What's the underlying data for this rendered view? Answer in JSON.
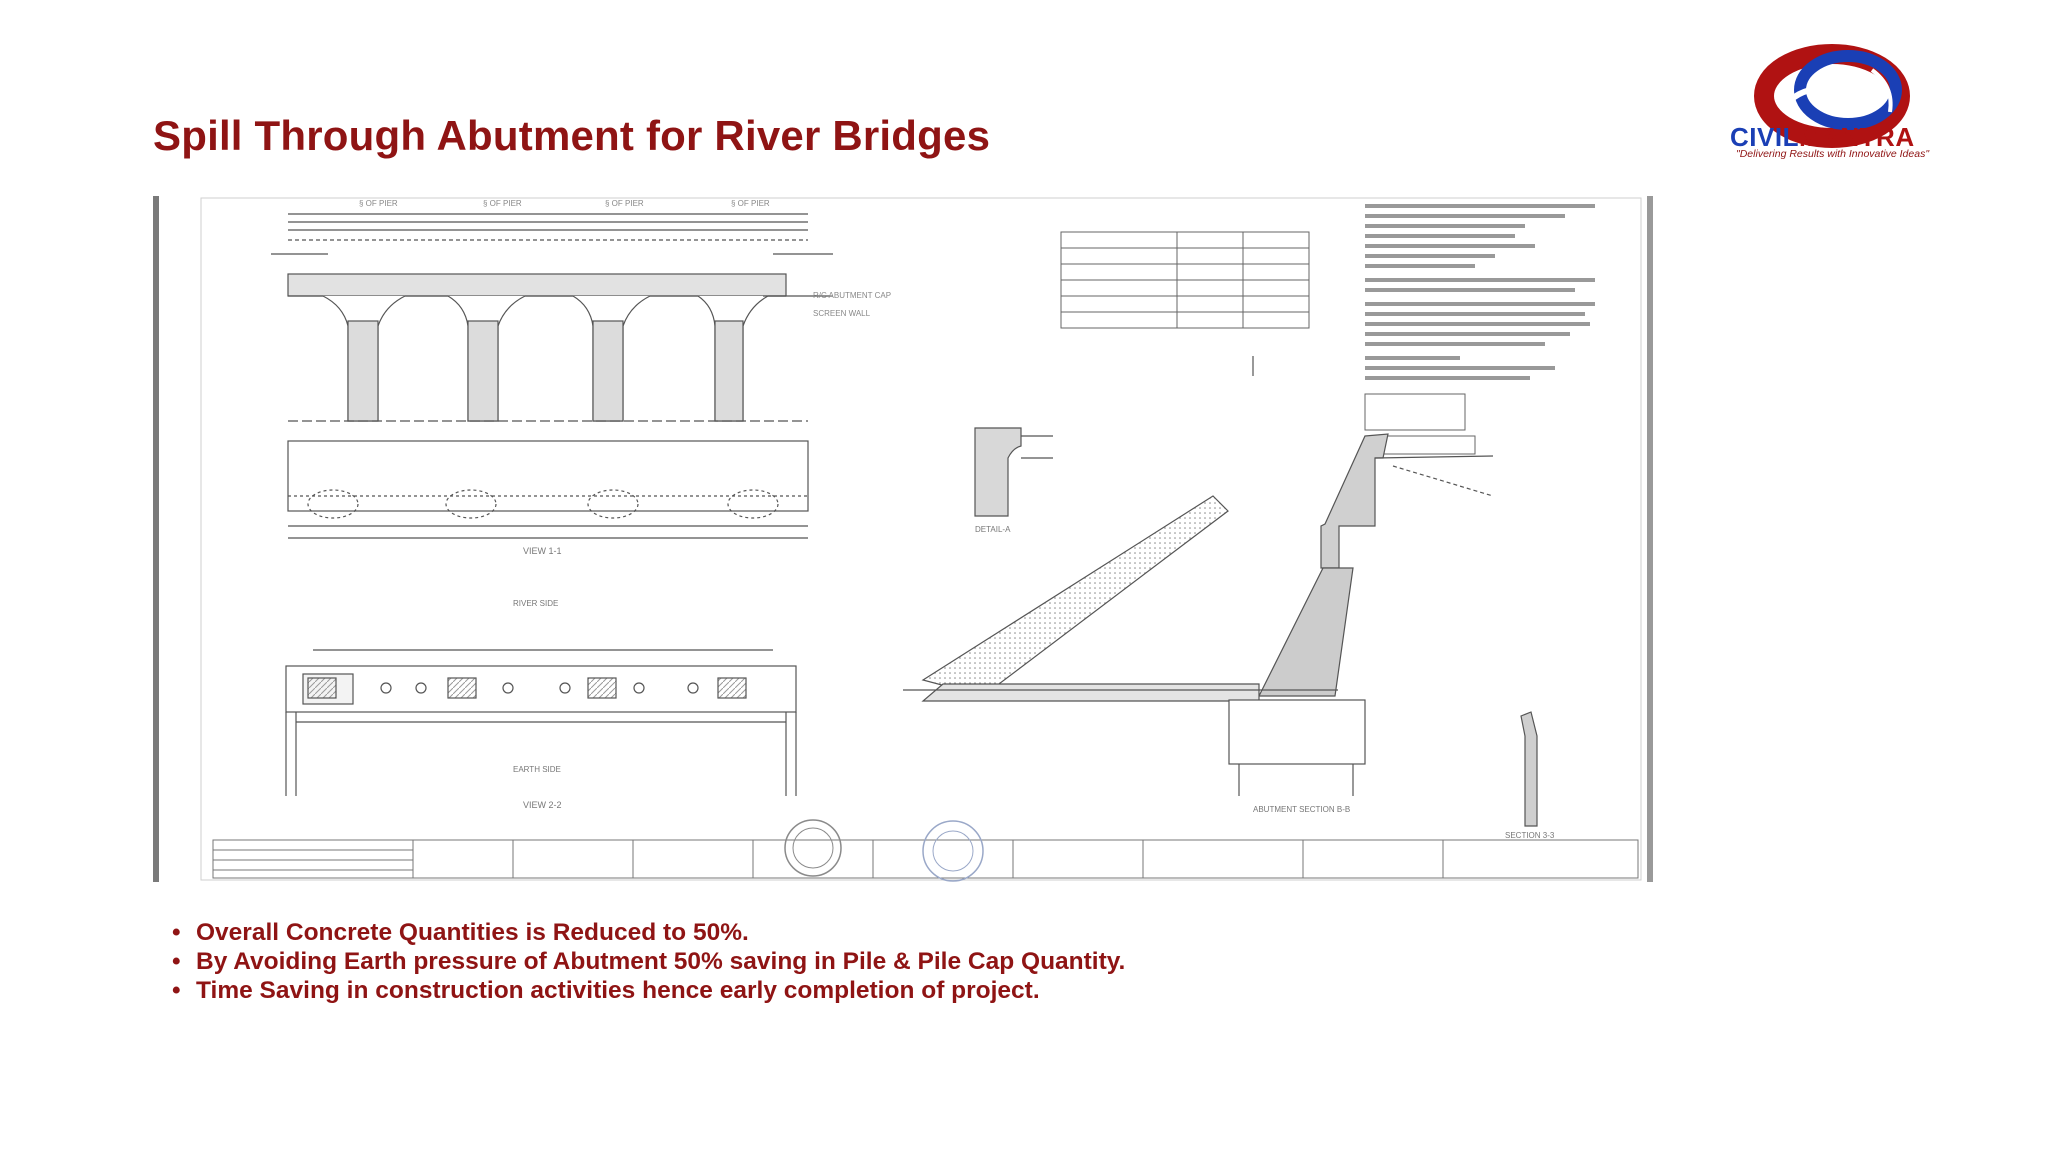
{
  "title": "Spill Through Abutment for River Bridges",
  "logo": {
    "word_part1": "CIVIL",
    "word_part2": "MANTRA",
    "tagline": "\"Delivering Results with Innovative Ideas\"",
    "colors": {
      "blue": "#1a3fb5",
      "red": "#b01212"
    }
  },
  "drawing": {
    "image": "engineering-drawing",
    "labels": {
      "view1": "VIEW 1-1",
      "view2": "VIEW 2-2",
      "river_side": "RIVER SIDE",
      "earth_side": "EARTH SIDE",
      "section3": "SECTION 3-3",
      "abutment_section": "ABUTMENT SECTION B-B",
      "detail": "DETAIL-A"
    }
  },
  "bullets": [
    "Overall Concrete Quantities is Reduced to 50%.",
    "By Avoiding Earth pressure of Abutment 50% saving in Pile & Pile Cap Quantity.",
    "Time Saving in construction activities hence early completion of project."
  ],
  "colors": {
    "accent": "#8f1414",
    "text": "#8f1414",
    "background": "#ffffff"
  }
}
